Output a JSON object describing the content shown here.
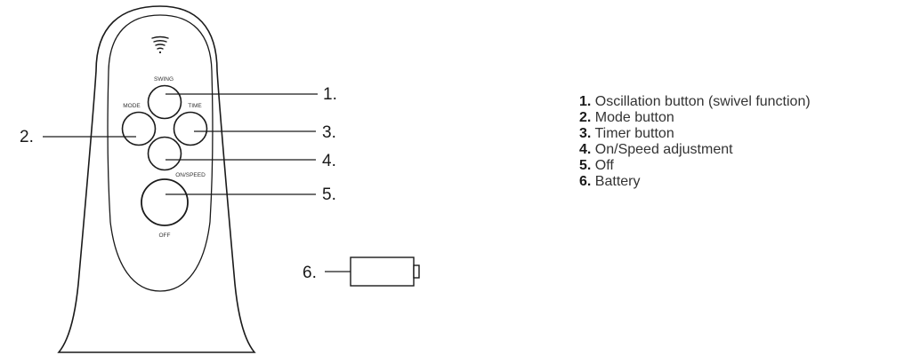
{
  "colors": {
    "stroke": "#1a1a1a",
    "text": "#333333",
    "background": "#ffffff"
  },
  "remote": {
    "icon": "wireless-signal-icon",
    "buttons": {
      "swing": "SWING",
      "mode": "MODE",
      "time": "TIME",
      "on_speed": "ON/SPEED",
      "off": "OFF"
    }
  },
  "callouts": [
    "1.",
    "2.",
    "3.",
    "4.",
    "5.",
    "6."
  ],
  "legend": [
    {
      "num": "1.",
      "text": "Oscillation button (swivel function)"
    },
    {
      "num": "2.",
      "text": "Mode button"
    },
    {
      "num": "3.",
      "text": "Timer button"
    },
    {
      "num": "4.",
      "text": "On/Speed adjustment"
    },
    {
      "num": "5.",
      "text": "Off"
    },
    {
      "num": "6.",
      "text": "Battery"
    }
  ]
}
